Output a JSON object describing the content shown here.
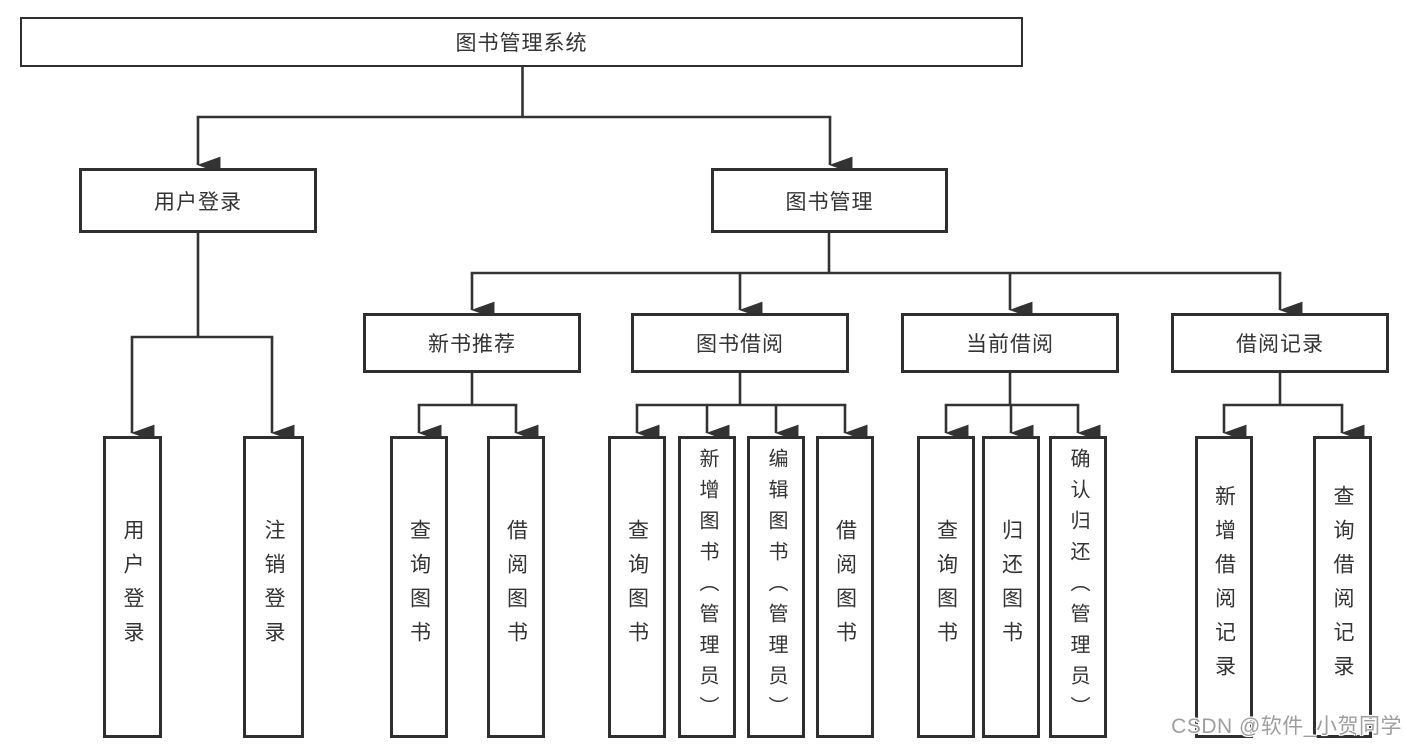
{
  "diagram": {
    "tree": {
      "label": "图书管理系统",
      "children": [
        {
          "label": "用户登录",
          "children": [
            {
              "label": "用户登录"
            },
            {
              "label": "注销登录"
            }
          ]
        },
        {
          "label": "图书管理",
          "children": [
            {
              "label": "新书推荐",
              "children": [
                {
                  "label": "查询图书"
                },
                {
                  "label": "借阅图书"
                }
              ]
            },
            {
              "label": "图书借阅",
              "children": [
                {
                  "label": "查询图书"
                },
                {
                  "label": "新增图书（管理员）"
                },
                {
                  "label": "编辑图书（管理员）"
                },
                {
                  "label": "借阅图书"
                }
              ]
            },
            {
              "label": "当前借阅",
              "children": [
                {
                  "label": "查询图书"
                },
                {
                  "label": "归还图书"
                },
                {
                  "label": "确认归还（管理员）"
                }
              ]
            },
            {
              "label": "借阅记录",
              "children": [
                {
                  "label": "新增借阅记录"
                },
                {
                  "label": "查询借阅记录"
                }
              ]
            }
          ]
        }
      ]
    },
    "watermark": "CSDN @软件_小贺同学",
    "colors": {
      "line": "#333333",
      "box_border": "#2f2f2f",
      "text": "#333333",
      "watermark": "#9e9e9e",
      "background": "#ffffff"
    }
  }
}
